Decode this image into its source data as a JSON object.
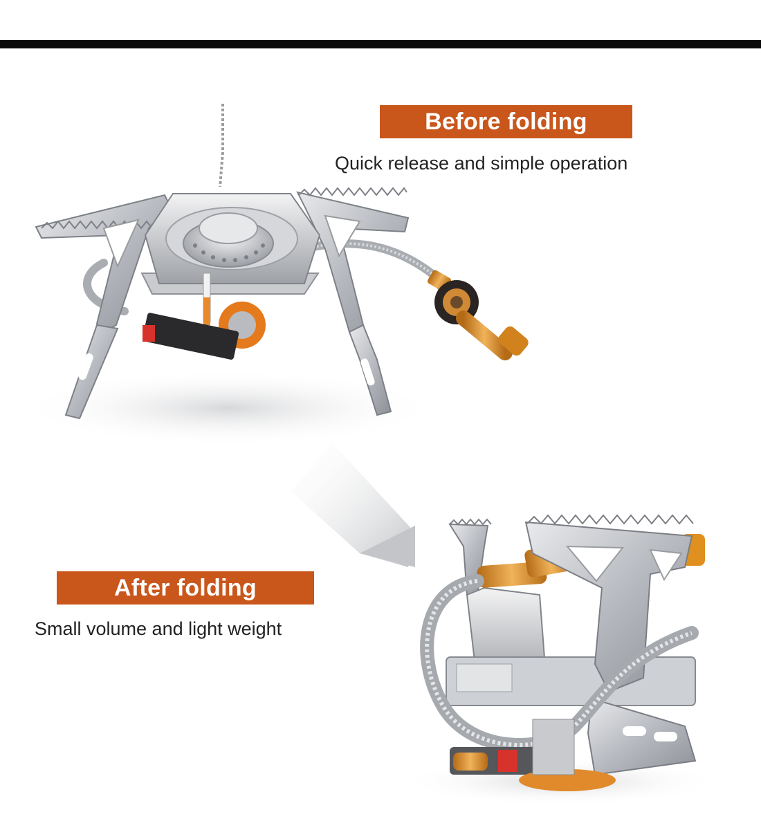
{
  "colors": {
    "accent": "#C9561B",
    "top_bar": "#0A0A0A",
    "steel": "#B9BCC1",
    "brass": "#D98A2B"
  },
  "before": {
    "title": "Before folding",
    "subtitle": "Quick release and simple operation"
  },
  "after": {
    "title": "After folding",
    "subtitle": "Small volume and light weight"
  }
}
